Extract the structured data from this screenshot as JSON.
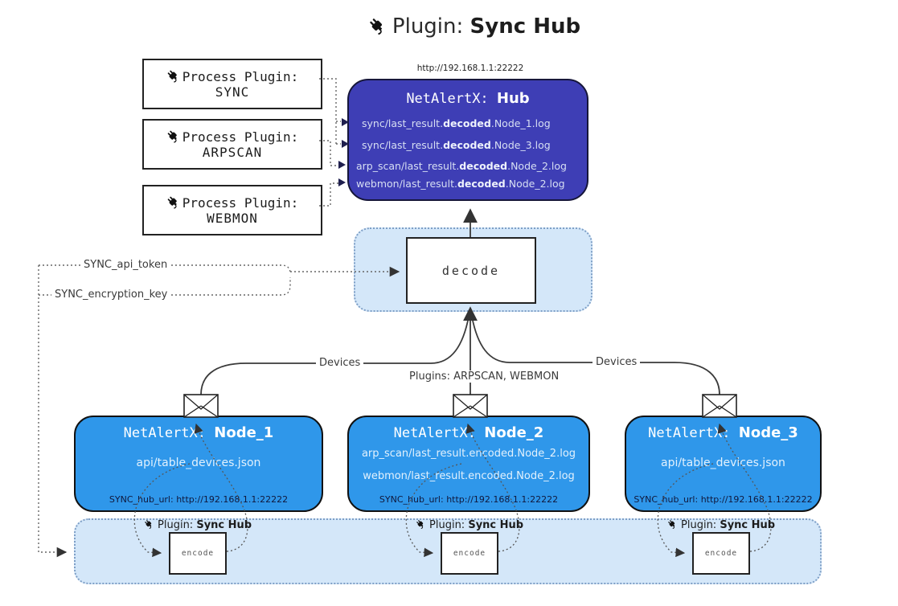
{
  "title": {
    "prefix": "Plugin:",
    "name": "Sync Hub"
  },
  "plugin_boxes": [
    {
      "label": "Process Plugin:",
      "name": "SYNC"
    },
    {
      "label": "Process Plugin:",
      "name": "ARPSCAN"
    },
    {
      "label": "Process Plugin:",
      "name": "WEBMON"
    }
  ],
  "hub": {
    "url": "http://192.168.1.1:22222",
    "title_prefix": "NetAlertX:",
    "title_name": "Hub",
    "logs": [
      {
        "pre": "sync/last_result.",
        "bold": "decoded",
        "post": ".Node_1.log"
      },
      {
        "pre": "sync/last_result.",
        "bold": "decoded",
        "post": ".Node_3.log"
      },
      {
        "pre": "arp_scan/last_result.",
        "bold": "decoded",
        "post": ".Node_2.log"
      },
      {
        "pre": "webmon/last_result.",
        "bold": "decoded",
        "post": ".Node_2.log"
      }
    ]
  },
  "decode": {
    "label": "decode"
  },
  "keys": {
    "api_token": "SYNC_api_token",
    "encryption_key": "SYNC_encryption_key"
  },
  "edges": {
    "devices_left": "Devices",
    "plugins_center": "Plugins: ARPSCAN, WEBMON",
    "devices_right": "Devices"
  },
  "nodes": [
    {
      "title_prefix": "NetAlertX:",
      "name": "Node_1",
      "files": [
        "api/table_devices.json"
      ],
      "hub_url": "SYNC_hub_url: http://192.168.1.1:22222"
    },
    {
      "title_prefix": "NetAlertX:",
      "name": "Node_2",
      "files": [
        "arp_scan/last_result.encoded.Node_2.log",
        "webmon/last_result.encoded.Node_2.log"
      ],
      "hub_url": "SYNC_hub_url: http://192.168.1.1:22222"
    },
    {
      "title_prefix": "NetAlertX:",
      "name": "Node_3",
      "files": [
        "api/table_devices.json"
      ],
      "hub_url": "SYNC_hub_url: http://192.168.1.1:22222"
    }
  ],
  "encode_groups": [
    {
      "prefix": "Plugin:",
      "name": "Sync Hub",
      "box": "encode"
    },
    {
      "prefix": "Plugin:",
      "name": "Sync Hub",
      "box": "encode"
    },
    {
      "prefix": "Plugin:",
      "name": "Sync Hub",
      "box": "encode"
    }
  ],
  "colors": {
    "hub_bg": "#3e3eb5",
    "node_bg": "#2f97ea",
    "panel_bg": "#d4e7f9",
    "line": "#333333"
  }
}
